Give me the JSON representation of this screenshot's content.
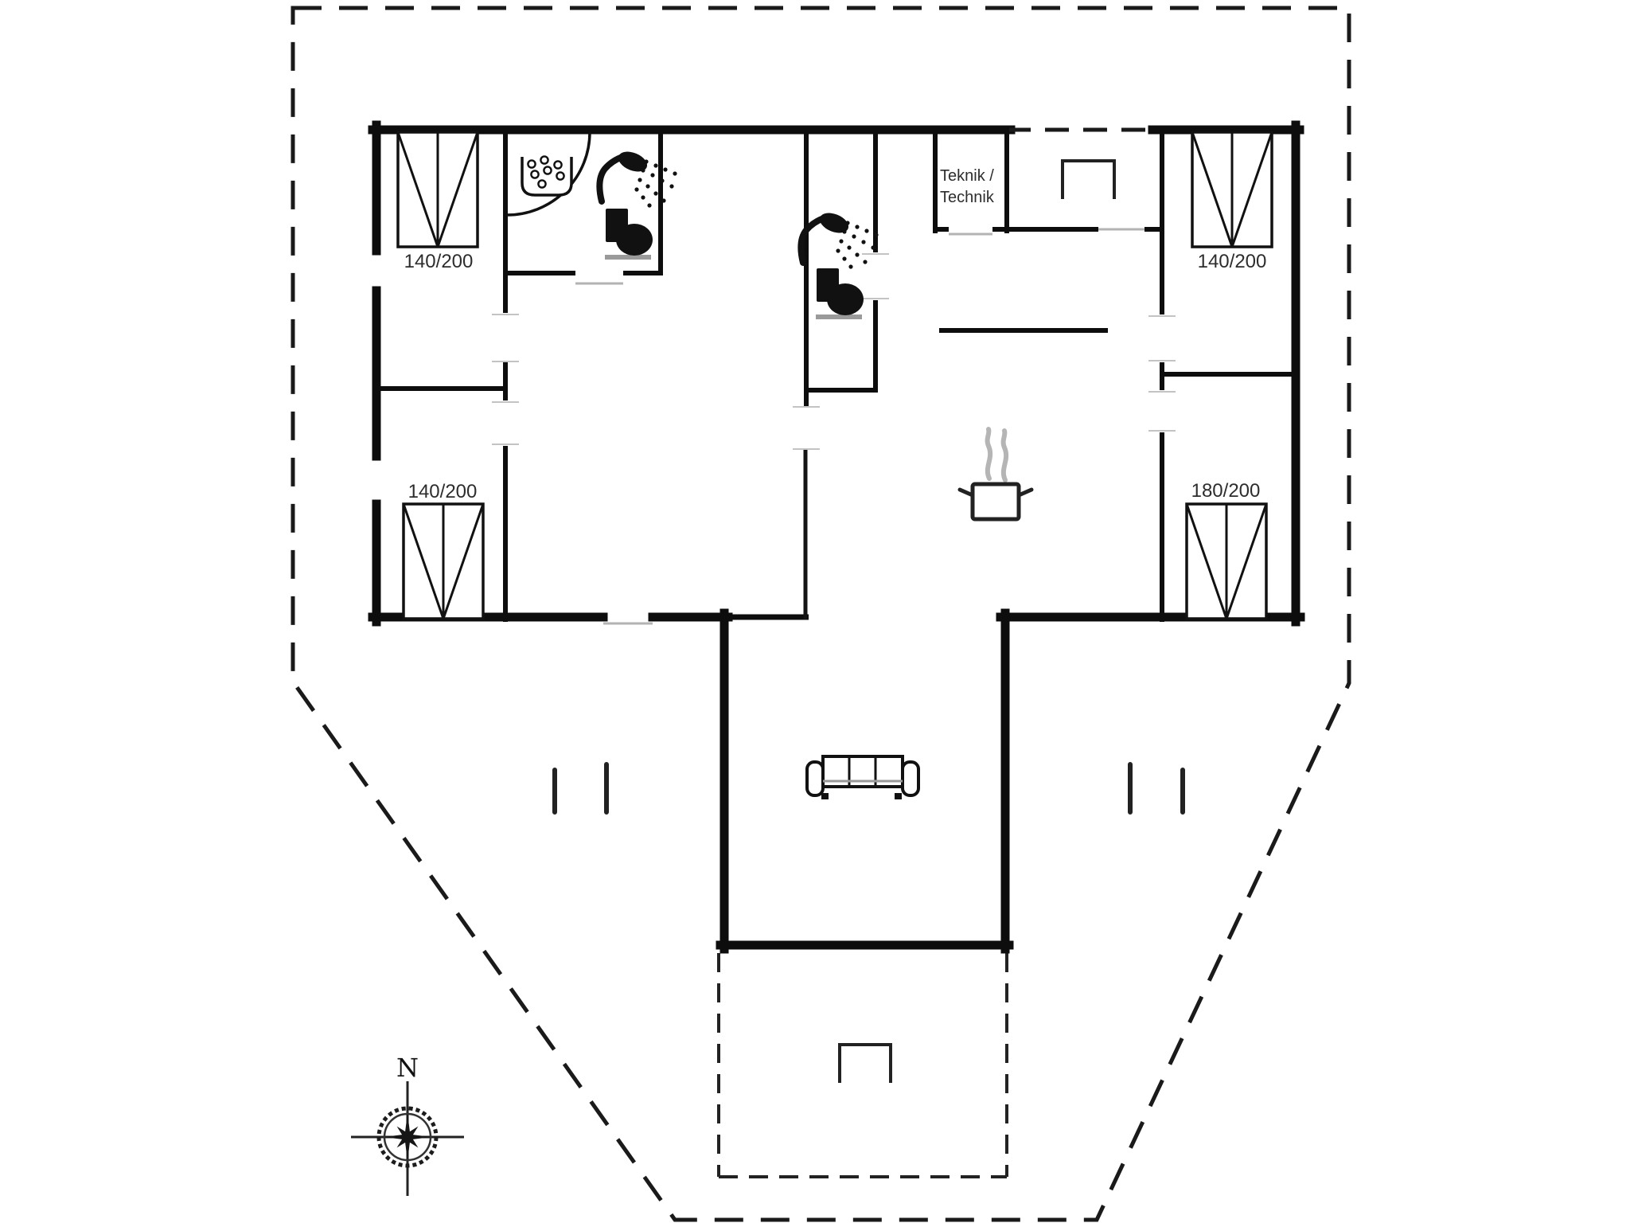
{
  "plan": {
    "bed_labels": {
      "top_left": "140/200",
      "top_right": "140/200",
      "bottom_left": "140/200",
      "bottom_right": "180/200"
    },
    "technical_room": {
      "line1": "Teknik /",
      "line2": "Technik"
    },
    "compass": {
      "north": "N"
    },
    "colors": {
      "walls": "#0d0d0d",
      "boundary_dash": "#1a1a1a",
      "threshold_gray": "#b3b3b3",
      "steam_gray": "#b5b5b5",
      "background": "#ffffff"
    },
    "icons": [
      "double-bed-icon",
      "washbasin-icon",
      "shower-icon",
      "toilet-icon",
      "cooking-pot-icon",
      "sofa-icon",
      "compass-rose-icon"
    ]
  }
}
